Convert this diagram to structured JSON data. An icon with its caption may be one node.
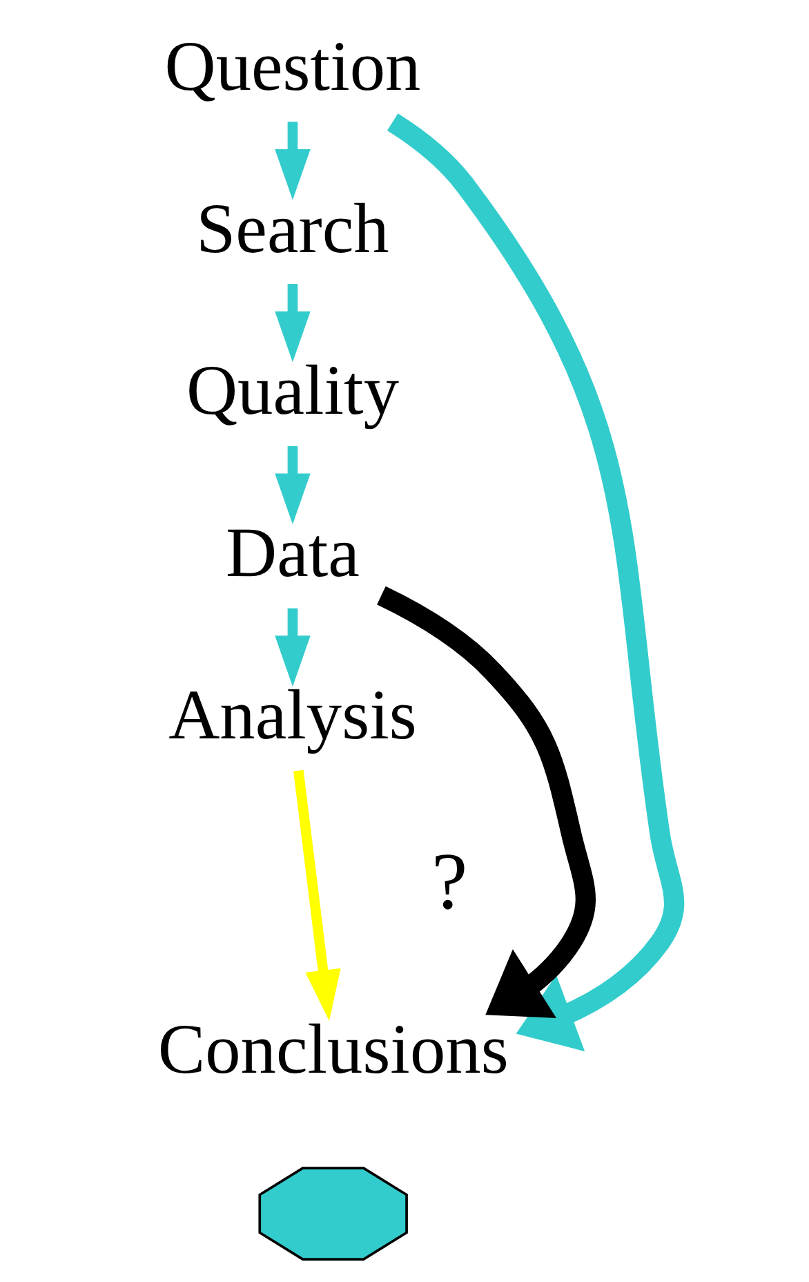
{
  "diagram": {
    "nodes": [
      {
        "text": [
          "Question"
        ]
      },
      {
        "text": [
          "Search"
        ]
      },
      {
        "text": [
          "Quality"
        ]
      },
      {
        "text": [
          "Data"
        ]
      },
      {
        "text": [
          "Analysis"
        ]
      },
      {
        "text": [
          "Conclusions"
        ]
      },
      {
        "text": [],
        "shape": "cross"
      }
    ],
    "edges": [
      {
        "from": 0,
        "to": 1,
        "arrow": "to"
      },
      {
        "from": 1,
        "to": 2,
        "arrow": "to"
      },
      {
        "from": 2,
        "to": 3,
        "arrow": "to"
      },
      {
        "from": 3,
        "to": 4,
        "arrow": "to"
      },
      {
        "from": 4,
        "to": 5,
        "arrow": "to",
        "color": "#ffff00"
      },
      {
        "from": 0,
        "to": 5,
        "arrow": "to",
        "style": "thick"
      },
      {
        "from": 3,
        "to": 5,
        "arrow": "to",
        "style": "thick",
        "color": "#000000"
      }
    ],
    "labels": [
      "?"
    ]
  }
}
